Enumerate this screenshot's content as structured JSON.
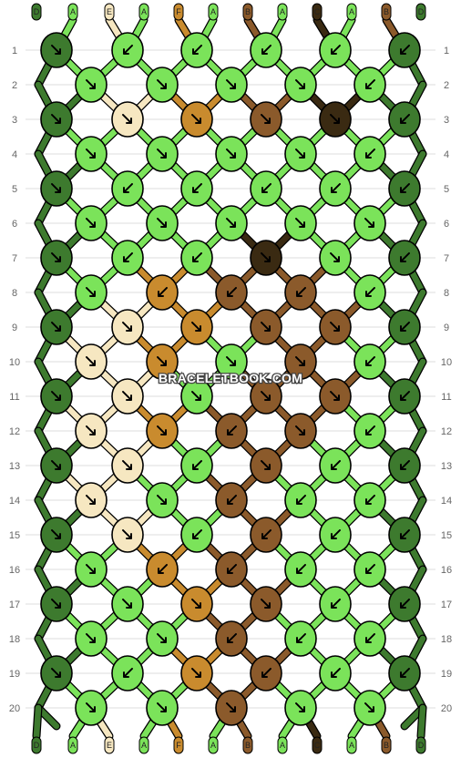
{
  "watermark": "BRACELETBOOK.COM",
  "strands": {
    "top_labels": [
      "D",
      "A",
      "E",
      "A",
      "F",
      "A",
      "B",
      "A",
      "C",
      "A",
      "B",
      "D"
    ],
    "bottom_labels": [
      "D",
      "A",
      "E",
      "A",
      "F",
      "A",
      "B",
      "A",
      "C",
      "A",
      "B",
      "D"
    ]
  },
  "colors": {
    "A": "#7BE35A",
    "B": "#8B5A2B",
    "C": "#3A2A12",
    "D": "#3D7A2E",
    "E": "#F6E7C1",
    "F": "#C98B2E"
  },
  "rows": {
    "left_numbers": [
      "1",
      "2",
      "3",
      "4",
      "5",
      "6",
      "7",
      "8",
      "9",
      "10",
      "11",
      "12",
      "13",
      "14",
      "15",
      "16",
      "17",
      "18",
      "19",
      "20"
    ],
    "right_numbers": [
      "1",
      "2",
      "3",
      "4",
      "5",
      "6",
      "7",
      "8",
      "9",
      "10",
      "11",
      "12",
      "13",
      "14",
      "15",
      "16",
      "17",
      "18",
      "19",
      "20"
    ]
  },
  "knots": [
    {
      "row": 1,
      "colors": [
        "D",
        "A",
        "A",
        "A",
        "A",
        "D"
      ],
      "arrows": [
        "rb",
        "lb",
        "lb",
        "lb",
        "lb",
        "lb"
      ]
    },
    {
      "row": 2,
      "colors": [
        "A",
        "A",
        "A",
        "A",
        "A"
      ],
      "arrows": [
        "rb",
        "rb",
        "rb",
        "rb",
        "lb"
      ]
    },
    {
      "row": 3,
      "colors": [
        "D",
        "E",
        "F",
        "B",
        "C",
        "D"
      ],
      "arrows": [
        "rb",
        "rb",
        "rb",
        "rb",
        "rb",
        "lb"
      ]
    },
    {
      "row": 4,
      "colors": [
        "A",
        "A",
        "A",
        "A",
        "A"
      ],
      "arrows": [
        "rb",
        "rb",
        "rb",
        "rb",
        "lb"
      ]
    },
    {
      "row": 5,
      "colors": [
        "D",
        "A",
        "A",
        "A",
        "A",
        "D"
      ],
      "arrows": [
        "rb",
        "lb",
        "lb",
        "lb",
        "lb",
        "lb"
      ]
    },
    {
      "row": 6,
      "colors": [
        "A",
        "A",
        "A",
        "A",
        "A"
      ],
      "arrows": [
        "rb",
        "rb",
        "rb",
        "r",
        "r"
      ]
    },
    {
      "row": 7,
      "colors": [
        "D",
        "A",
        "A",
        "C",
        "A",
        "D"
      ],
      "arrows": [
        "rb",
        "lb",
        "lb",
        "rb",
        "r",
        "lb"
      ]
    },
    {
      "row": 8,
      "colors": [
        "A",
        "F",
        "B",
        "B",
        "A"
      ],
      "arrows": [
        "rb",
        "l",
        "l",
        "l",
        "l"
      ]
    },
    {
      "row": 9,
      "colors": [
        "D",
        "E",
        "F",
        "B",
        "B",
        "D"
      ],
      "arrows": [
        "rb",
        "rb",
        "rb",
        "rb",
        "rb",
        "lb"
      ]
    },
    {
      "row": 10,
      "colors": [
        "E",
        "F",
        "A",
        "B",
        "A"
      ],
      "arrows": [
        "rb",
        "rb",
        "rb",
        "rb",
        "l"
      ]
    },
    {
      "row": 11,
      "colors": [
        "D",
        "E",
        "A",
        "B",
        "B",
        "D"
      ],
      "arrows": [
        "rb",
        "rb",
        "rb",
        "rb",
        "rb",
        "lb"
      ]
    },
    {
      "row": 12,
      "colors": [
        "E",
        "F",
        "B",
        "B",
        "A"
      ],
      "arrows": [
        "rb",
        "rb",
        "l",
        "rb",
        "l"
      ]
    },
    {
      "row": 13,
      "colors": [
        "D",
        "E",
        "A",
        "B",
        "A",
        "D"
      ],
      "arrows": [
        "rb",
        "rb",
        "lb",
        "rb",
        "l",
        "lb"
      ]
    },
    {
      "row": 14,
      "colors": [
        "E",
        "A",
        "B",
        "A",
        "A"
      ],
      "arrows": [
        "rb",
        "rb",
        "l",
        "l",
        "l"
      ]
    },
    {
      "row": 15,
      "colors": [
        "D",
        "E",
        "A",
        "B",
        "A",
        "D"
      ],
      "arrows": [
        "rb",
        "rb",
        "lb",
        "lb",
        "lb",
        "lb"
      ]
    },
    {
      "row": 16,
      "colors": [
        "A",
        "F",
        "B",
        "A",
        "A"
      ],
      "arrows": [
        "rb",
        "l",
        "l",
        "l",
        "l"
      ]
    },
    {
      "row": 17,
      "colors": [
        "D",
        "A",
        "F",
        "B",
        "A",
        "D"
      ],
      "arrows": [
        "rb",
        "r",
        "rb",
        "rb",
        "lb",
        "lb"
      ]
    },
    {
      "row": 18,
      "colors": [
        "A",
        "A",
        "B",
        "A",
        "A"
      ],
      "arrows": [
        "rb",
        "rb",
        "l",
        "lb",
        "lb"
      ]
    },
    {
      "row": 19,
      "colors": [
        "D",
        "A",
        "F",
        "B",
        "A",
        "D"
      ],
      "arrows": [
        "rb",
        "lb",
        "rb",
        "lb",
        "lb",
        "lb"
      ]
    },
    {
      "row": 20,
      "colors": [
        "A",
        "A",
        "B",
        "A",
        "A"
      ],
      "arrows": [
        "rb",
        "rb",
        "rb",
        "rb",
        "rb"
      ]
    }
  ]
}
